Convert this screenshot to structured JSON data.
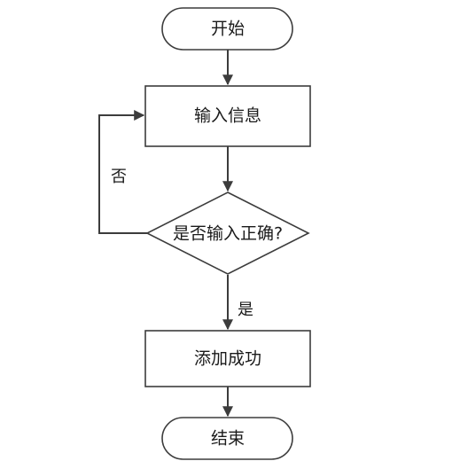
{
  "flowchart": {
    "start": "开始",
    "input": "输入信息",
    "decision": "是否输入正确?",
    "success": "添加成功",
    "end": "结束",
    "label_no": "否",
    "label_yes": "是"
  },
  "colors": {
    "stroke": "#3c3c3c",
    "text": "#1a1a1a",
    "background": "#ffffff"
  }
}
